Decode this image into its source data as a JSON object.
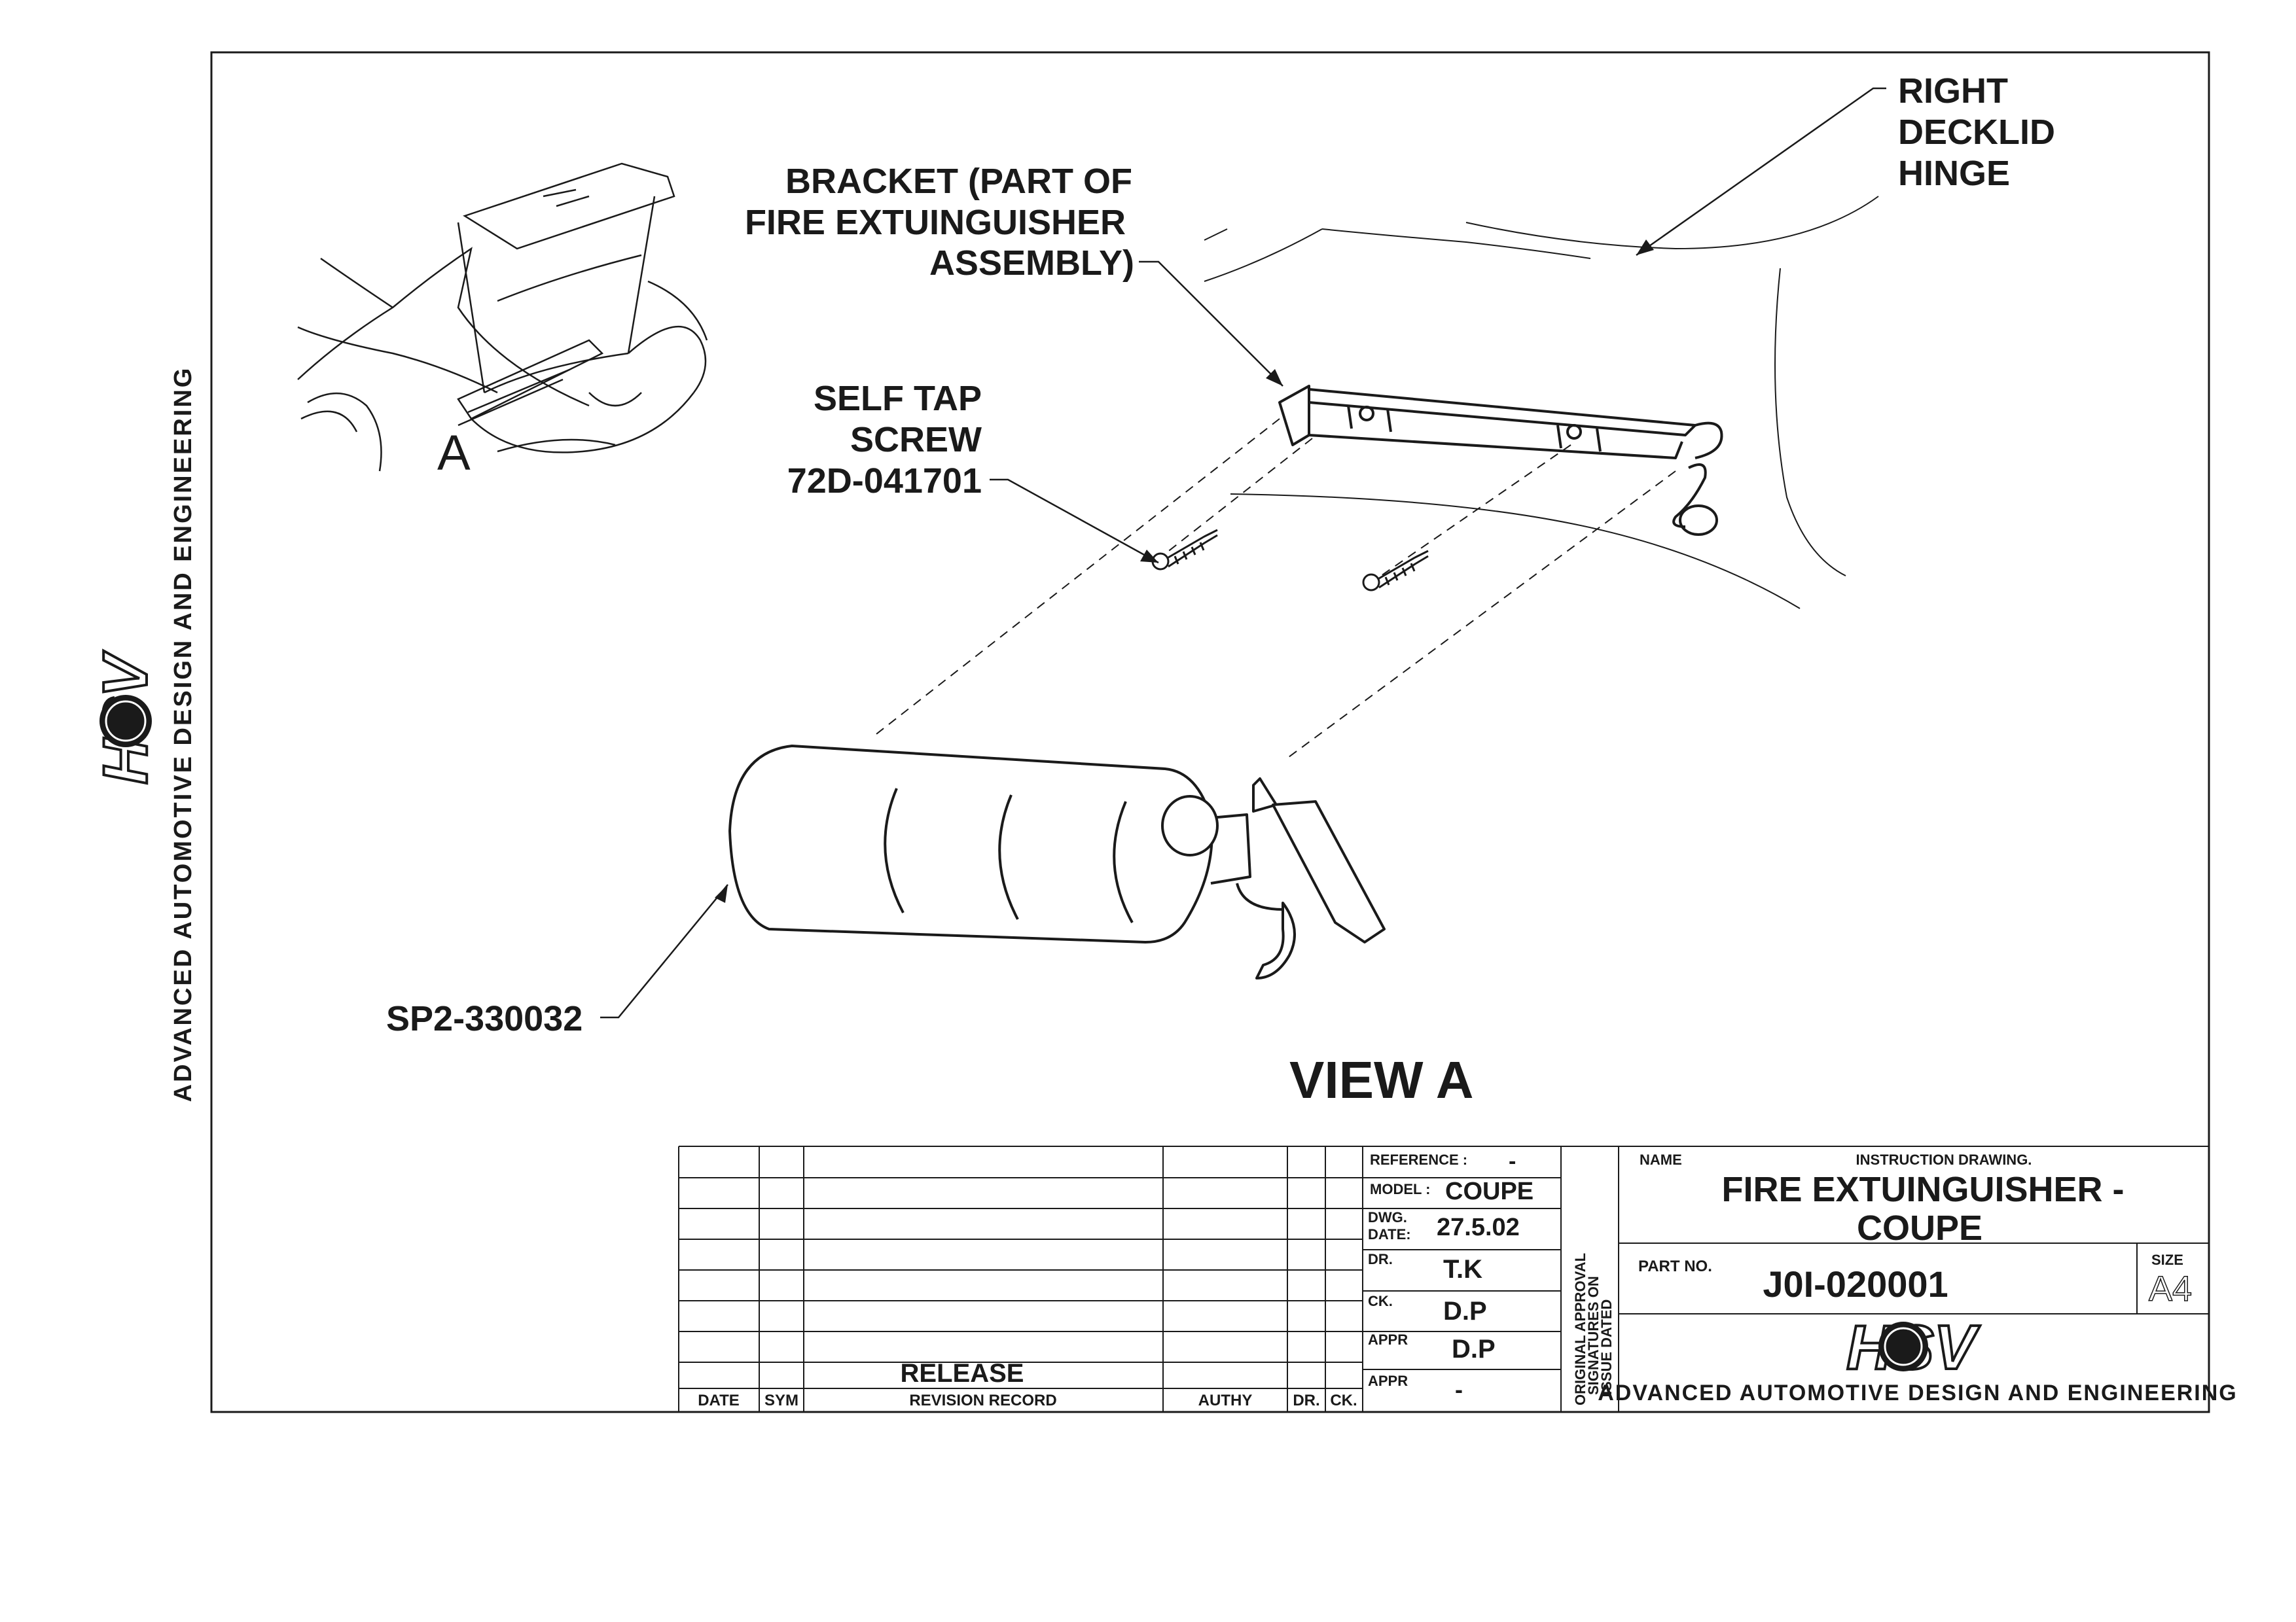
{
  "company": {
    "logo_text": "HSV",
    "tagline": "ADVANCED AUTOMOTIVE DESIGN AND ENGINEERING"
  },
  "callouts": {
    "view_marker": "A",
    "bracket": [
      "BRACKET (PART OF",
      "FIRE EXTUINGUISHER",
      "ASSEMBLY)"
    ],
    "hinge": [
      "RIGHT",
      "DECKLID",
      "HINGE"
    ],
    "screw": [
      "SELF TAP",
      "SCREW",
      "72D-041701"
    ],
    "extinguisher_part": "SP2-330032",
    "view_title": "VIEW A"
  },
  "revision_table": {
    "entry": "RELEASE",
    "headers": [
      "DATE",
      "SYM",
      "REVISION RECORD",
      "AUTHY",
      "DR.",
      "CK."
    ]
  },
  "drawing_info": {
    "reference_label": "REFERENCE :",
    "reference_value": "-",
    "model_label": "MODEL :",
    "model_value": "COUPE",
    "dwg_date_label_1": "DWG.",
    "dwg_date_label_2": "DATE:",
    "dwg_date_value": "27.5.02",
    "dr_label": "DR.",
    "dr_value": "T.K",
    "ck_label": "CK.",
    "ck_value": "D.P",
    "appr1_label": "APPR",
    "appr1_value": "D.P",
    "appr2_label": "APPR",
    "appr2_value": "-",
    "approval_note": [
      "ORIGINAL APPROVAL",
      "SIGNATURES ON",
      "ISSUE DATED"
    ]
  },
  "title_block": {
    "name_label": "NAME",
    "doc_type": "INSTRUCTION DRAWING.",
    "title_line1": "FIRE EXTUINGUISHER -",
    "title_line2": "COUPE",
    "part_no_label": "PART NO.",
    "part_no": "J0I-020001",
    "size_label": "SIZE",
    "size": "A4"
  }
}
